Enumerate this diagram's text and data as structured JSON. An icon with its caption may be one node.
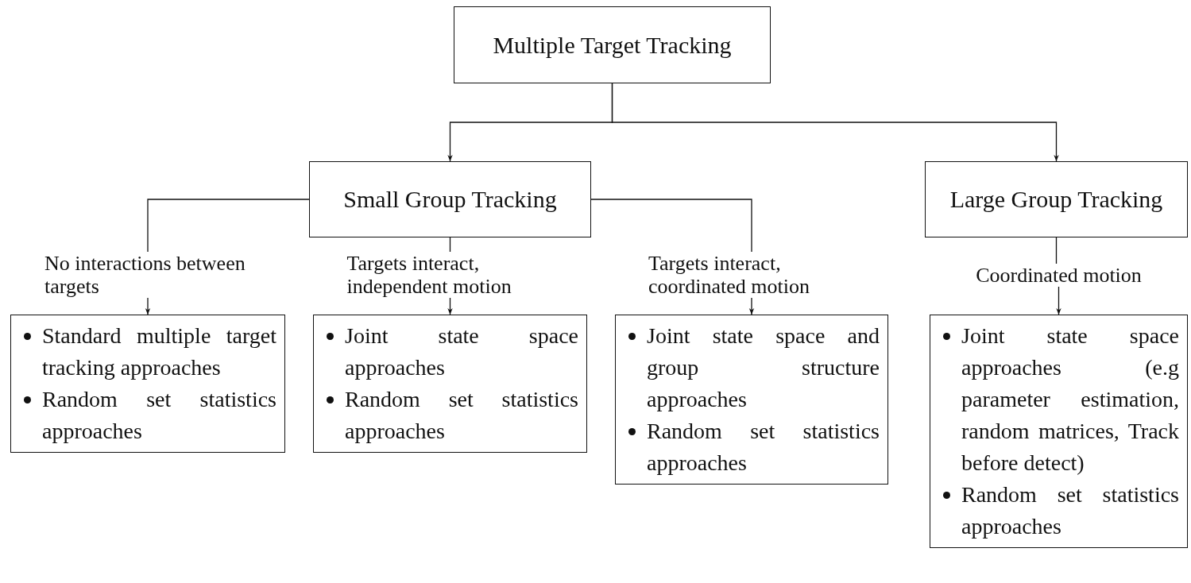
{
  "diagram": {
    "nodes": [
      {
        "text": [
          "Multiple Target Tracking"
        ]
      },
      {
        "text": [
          "Small Group Tracking"
        ]
      },
      {
        "text": [
          "Large Group Tracking"
        ]
      },
      {
        "text": [
          "Standard multiple target tracking approaches",
          "Random set statistics approaches"
        ]
      },
      {
        "text": [
          "Joint state space approaches",
          "Random set statistics approaches"
        ]
      },
      {
        "text": [
          "Joint state space and group structure approaches",
          "Random set statistics approaches"
        ]
      },
      {
        "text": [
          "Joint state space approaches (e.g parameter estimation, random matrices, Track before detect)",
          "Random set statistics approaches"
        ]
      }
    ],
    "edges": [
      {
        "from": 0,
        "to": 1,
        "arrow": "to"
      },
      {
        "from": 0,
        "to": 2,
        "arrow": "to"
      },
      {
        "from": 1,
        "to": 3,
        "arrow": "to",
        "label": "No interactions between targets"
      },
      {
        "from": 1,
        "to": 4,
        "arrow": "to",
        "label": "Targets interact, independent motion"
      },
      {
        "from": 1,
        "to": 5,
        "arrow": "to",
        "label": "Targets interact, coordinated motion"
      },
      {
        "from": 2,
        "to": 6,
        "arrow": "to",
        "label": "Coordinated motion"
      }
    ]
  }
}
